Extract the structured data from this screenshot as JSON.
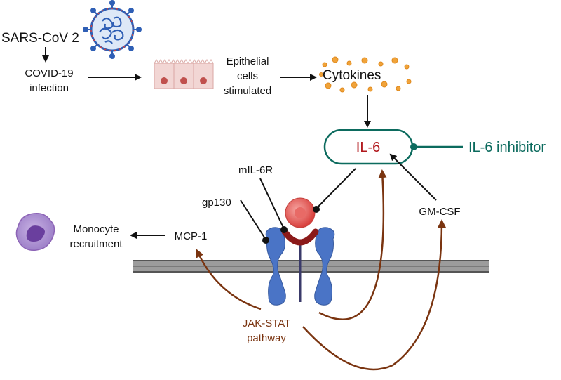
{
  "virus_label": "SARS-CoV 2",
  "infection_label": [
    "COVID-19",
    "infection"
  ],
  "epithelial_label": [
    "Epithelial",
    "cells",
    "stimulated"
  ],
  "cytokines_label": "Cytokines",
  "il6_label": "IL-6",
  "inhibitor_label": "IL-6 inhibitor",
  "mil6r_label": "mIL-6R",
  "gp130_label": "gp130",
  "gmcsf_label": "GM-CSF",
  "mcp1_label": "MCP-1",
  "monocyte_label": [
    "Monocyte",
    "recruitment"
  ],
  "jakstat_label": [
    "JAK-STAT",
    "pathway"
  ],
  "colors": {
    "il6_text": "#b1181d",
    "inhibitor": "#0c6b5e",
    "pathway": "#7a3410",
    "receptor": "#4a74c6",
    "membrane": "#8a8a8a",
    "il6_ball": "#e0524e",
    "virus": "#2f5fb5",
    "cytokine_dot": "#f0a33a",
    "monocyte": "#8c63b6"
  }
}
